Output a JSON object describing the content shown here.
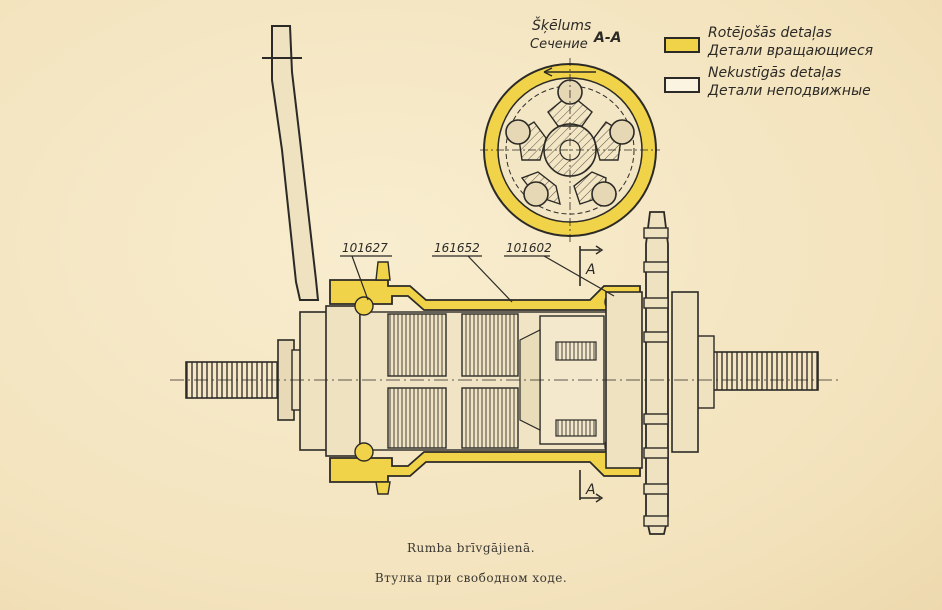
{
  "colors": {
    "paper": "#f6e9c8",
    "rotating": "#f1d34a",
    "ink": "#2c2a26"
  },
  "section": {
    "title_lv": "Šķēlums",
    "title_ru": "Сечение",
    "mark": "A-A",
    "arrow_label": "A"
  },
  "legend": {
    "rotating_lv": "Rotējošās detaļas",
    "rotating_ru": "Детали вращающиеся",
    "fixed_lv": "Nekustīgās detaļas",
    "fixed_ru": "Детали неподвижные"
  },
  "parts": {
    "p1": "101627",
    "p2": "161652",
    "p3": "101602"
  },
  "caption": {
    "lv": "Rumba brīvgājienā.",
    "ru": "Втулка при свободном ходе."
  }
}
